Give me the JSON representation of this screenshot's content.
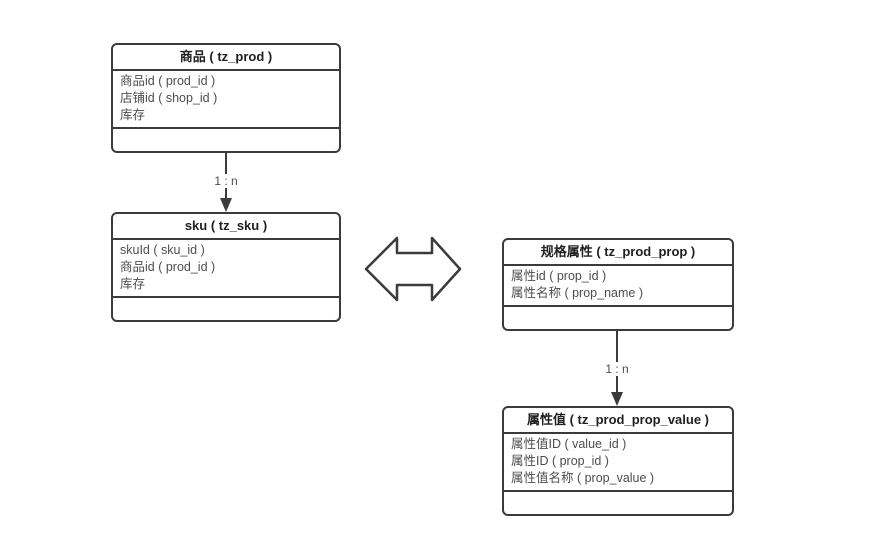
{
  "diagram": {
    "type": "entity-relationship",
    "background": "#ffffff"
  },
  "colors": {
    "box_border": "#3b3b3b",
    "box_background": "#ffffff",
    "title_text": "#1f1f1f",
    "field_text": "#4d4d4d",
    "edge_stroke": "#3b3b3b",
    "edge_label_text": "#4d4d4d"
  },
  "entities": [
    {
      "id": "tz_prod",
      "title": "商品 ( tz_prod )",
      "fields": [
        "商品id ( prod_id )",
        "店铺id ( shop_id )",
        "库存"
      ]
    },
    {
      "id": "tz_sku",
      "title": "sku ( tz_sku )",
      "fields": [
        "skuId ( sku_id )",
        "商品id ( prod_id )",
        "库存"
      ]
    },
    {
      "id": "tz_prod_prop",
      "title": "规格属性 ( tz_prod_prop )",
      "fields": [
        "属性id ( prop_id )",
        "属性名称 ( prop_name )"
      ]
    },
    {
      "id": "tz_prod_prop_value",
      "title": "属性值 ( tz_prod_prop_value )",
      "fields": [
        "属性值ID ( value_id )",
        "属性ID ( prop_id )",
        "属性值名称 ( prop_value )"
      ]
    }
  ],
  "edges": [
    {
      "from": "tz_prod",
      "to": "tz_sku",
      "label": "1 : n",
      "direction": "down"
    },
    {
      "from": "tz_prod_prop",
      "to": "tz_prod_prop_value",
      "label": "1 : n",
      "direction": "down"
    }
  ],
  "connector": {
    "type": "double-headed-arrow",
    "between": [
      "tz_sku",
      "tz_prod_prop"
    ],
    "orientation": "horizontal"
  }
}
